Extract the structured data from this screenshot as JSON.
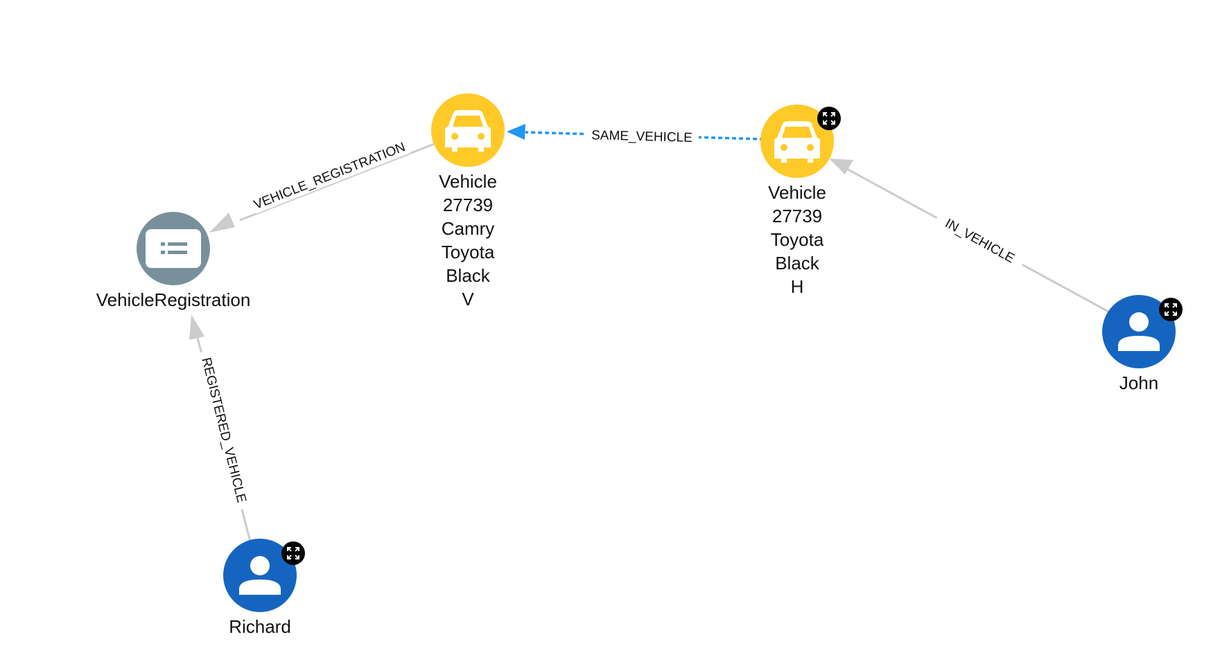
{
  "colors": {
    "vehicle": "#FFCA28",
    "person": "#1565C0",
    "registration": "#78909C",
    "edge_default": "#CCCCCC",
    "edge_highlight": "#2196F3",
    "badge": "#000000"
  },
  "nodes": {
    "registration": {
      "icon": "id-card-icon",
      "lines": [
        "VehicleRegistration"
      ]
    },
    "vehicle_v": {
      "icon": "car-icon",
      "lines": [
        "Vehicle",
        "27739",
        "Camry",
        "Toyota",
        "Black",
        "V"
      ]
    },
    "vehicle_h": {
      "icon": "car-icon",
      "lines": [
        "Vehicle",
        "27739",
        "Toyota",
        "Black",
        "H"
      ]
    },
    "john": {
      "icon": "person-icon",
      "lines": [
        "John"
      ]
    },
    "richard": {
      "icon": "person-icon",
      "lines": [
        "Richard"
      ]
    }
  },
  "edges": {
    "vehicle_registration": "VEHICLE_REGISTRATION",
    "same_vehicle": "SAME_VEHICLE",
    "in_vehicle": "IN_VEHICLE",
    "registered_vehicle": "REGISTERED_VEHICLE"
  }
}
